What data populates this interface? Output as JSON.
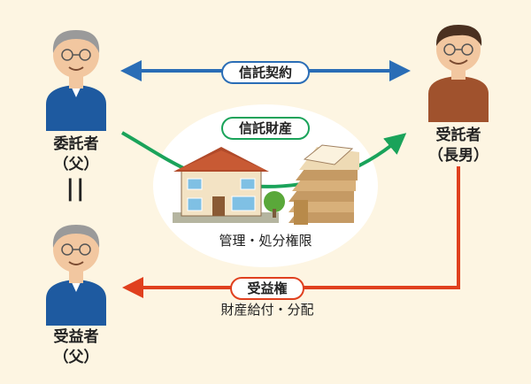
{
  "settlor": {
    "role": "委託者",
    "relation": "（父）"
  },
  "equals": "||",
  "trustee": {
    "role": "受託者",
    "relation": "（長男）"
  },
  "beneficiary": {
    "role": "受益者",
    "relation": "（父）"
  },
  "trust_contract": {
    "label": "信託契約",
    "color": "#2a6db6"
  },
  "trust_property": {
    "label": "信託財産",
    "caption": "管理・処分権限",
    "color": "#1aa35a"
  },
  "beneficial_right": {
    "label": "受益権",
    "caption": "財産給付・分配",
    "color": "#e0401e"
  },
  "colors": {
    "background": "#fdf5e2",
    "suit_blue": "#1e5aa0",
    "suit_brown": "#a0522d"
  }
}
